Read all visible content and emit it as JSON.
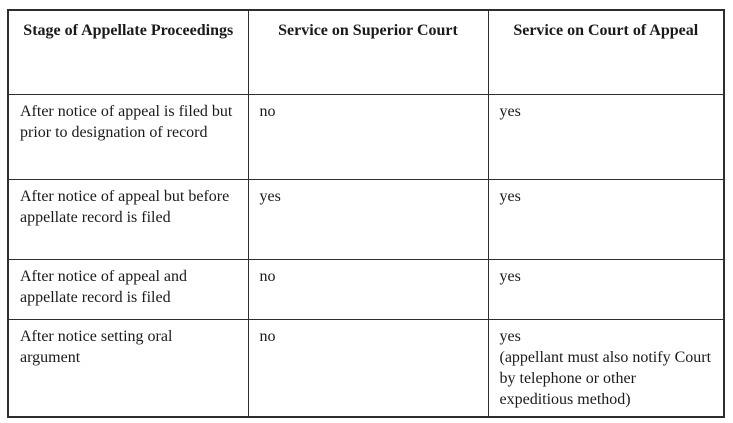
{
  "table": {
    "headers": [
      "Stage of Appellate Proceedings",
      "Service on Superior Court",
      "Service on Court of Appeal"
    ],
    "rows": [
      {
        "stage": "After notice of appeal is filed but prior to designation of record",
        "superior_court": "no",
        "court_of_appeal": "yes",
        "court_of_appeal_note": ""
      },
      {
        "stage": "After notice of appeal but before appellate record is filed",
        "superior_court": "yes",
        "court_of_appeal": "yes",
        "court_of_appeal_note": ""
      },
      {
        "stage": "After notice of appeal and appellate record is filed",
        "superior_court": "no",
        "court_of_appeal": "yes",
        "court_of_appeal_note": ""
      },
      {
        "stage": "After notice setting oral argument",
        "superior_court": "no",
        "court_of_appeal": "yes",
        "court_of_appeal_note": "(appellant must also notify Court by telephone or other expeditious method)"
      }
    ]
  },
  "colors": {
    "border": "#2e2e2e",
    "text": "#1a1a1a",
    "background": "#ffffff"
  }
}
